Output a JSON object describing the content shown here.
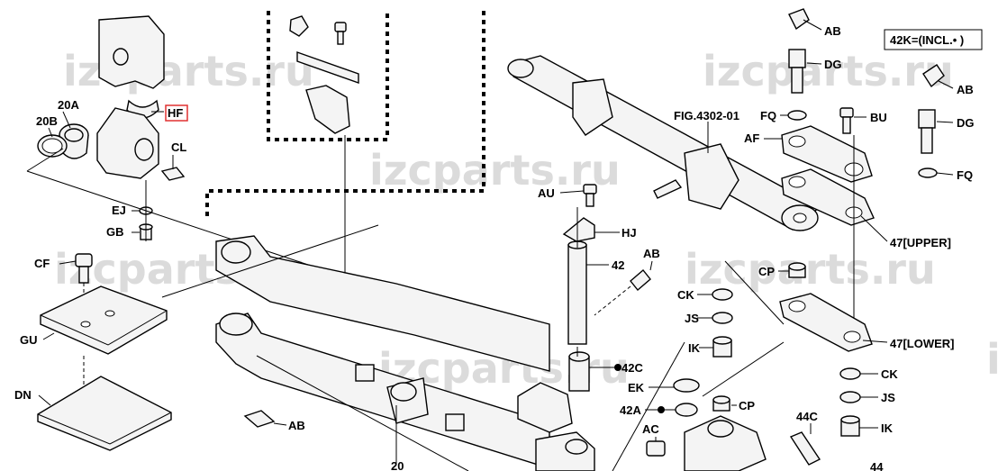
{
  "watermark": "izcparts.ru",
  "legend": "42K=(INCL.• )",
  "highlight_color": "#e03030",
  "labels": {
    "20A": "20A",
    "20B": "20B",
    "HF": "HF",
    "CL": "CL",
    "EJ": "EJ",
    "GB": "GB",
    "CF": "CF",
    "GU": "GU",
    "DN": "DN",
    "AB": "AB",
    "DG": "DG",
    "FQ": "FQ",
    "BU": "BU",
    "AF": "AF",
    "FIG": "FIG.4302-01",
    "AU": "AU",
    "HJ": "HJ",
    "42": "42",
    "42C": "42C",
    "42A": "42A",
    "EK": "EK",
    "AC": "AC",
    "CK": "CK",
    "JS": "JS",
    "IK": "IK",
    "CP": "CP",
    "47U": "47[UPPER]",
    "47L": "47[LOWER]",
    "44C": "44C",
    "20": "20",
    "44": "44"
  }
}
